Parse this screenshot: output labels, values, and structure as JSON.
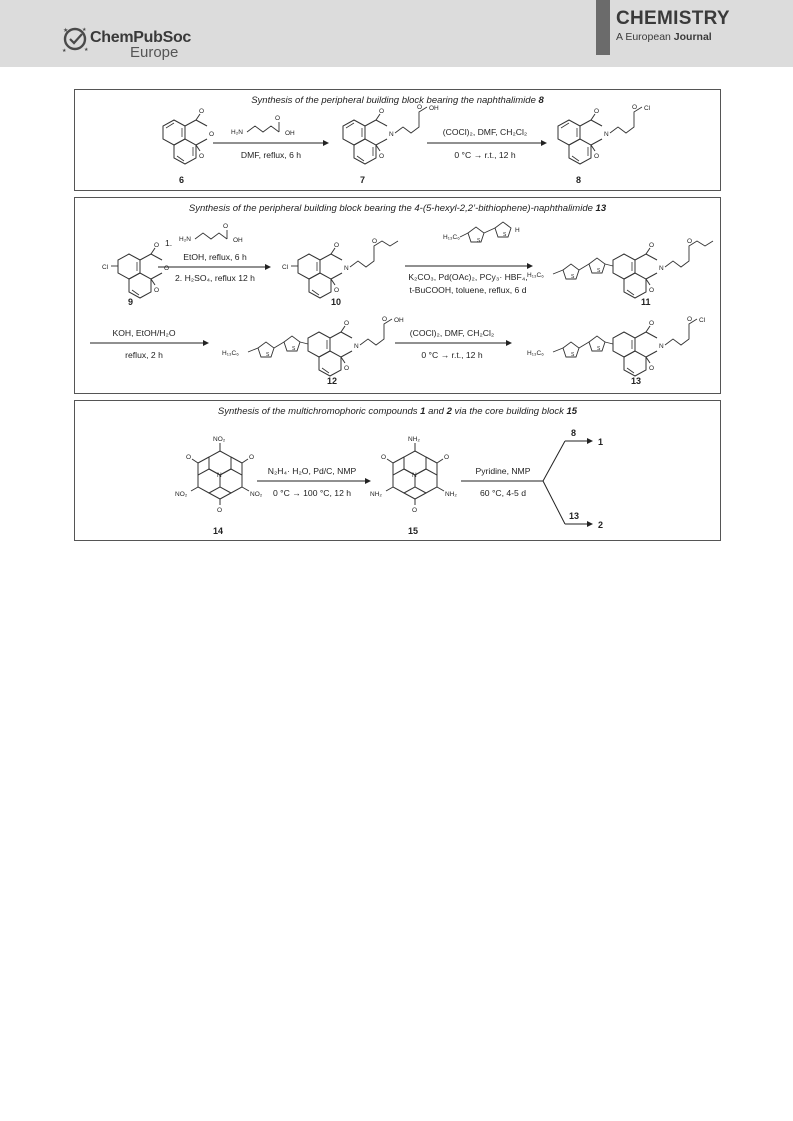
{
  "header": {
    "logo_left_line1": "ChemPubSoc",
    "logo_left_line2": "Europe",
    "logo_right_line1": "CHEMISTRY",
    "logo_right_line2a": "A European ",
    "logo_right_line2b": "Journal"
  },
  "panel1": {
    "title_prefix": "Synthesis of the peripheral building block bearing the naphthalimide ",
    "title_compound": "8",
    "reagent_sub": "H₂N",
    "reagent_oh": "OH",
    "reagent_o": "O",
    "step1_cond": "DMF, reflux, 6 h",
    "step2_cond_a": "(COCl)₂, DMF, CH₂Cl₂",
    "step2_cond_b": "0 °C → r.t., 12 h",
    "atom_o": "O",
    "atom_n": "N",
    "atom_oh": "OH",
    "atom_cl": "Cl",
    "labels": [
      "6",
      "7",
      "8"
    ]
  },
  "panel2": {
    "title_prefix": "Synthesis of the peripheral building block bearing the 4-(5-hexyl-2,2’-bithiophene)-naphthalimide ",
    "title_compound": "13",
    "step1_num1": "1.",
    "step1_cond_a": "EtOH, reflux, 6 h",
    "step1_cond_b": "2. H₂SO₄, reflux 12 h",
    "step2_reagent": "H₁₃C₆",
    "step2_cond_a": "K₂CO₃, Pd(OAc)₂, PCy₃· HBF₄,",
    "step2_cond_b": "t-BuCOOH, toluene, reflux, 6 d",
    "step3_cond_a": "KOH, EtOH/H₂O",
    "step3_cond_b": "reflux, 2 h",
    "step4_cond_a": "(COCl)₂, DMF, CH₂Cl₂",
    "step4_cond_b": "0 °C → r.t., 12 h",
    "atom_cl": "Cl",
    "atom_o": "O",
    "atom_n": "N",
    "atom_s": "S",
    "atom_h": "H",
    "atom_oh": "OH",
    "hexyl": "H₁₃C₆",
    "labels": [
      "9",
      "10",
      "11",
      "12",
      "13"
    ]
  },
  "panel3": {
    "title_a": "Synthesis of the multichromophoric compounds ",
    "title_b": "1",
    "title_c": " and ",
    "title_d": "2",
    "title_e": " via the core building block ",
    "title_f": "15",
    "step1_cond_a": "N₂H₄· H₂O, Pd/C, NMP",
    "step1_cond_b": "0 °C → 100 °C, 12 h",
    "step2_cond_a": "Pyridine, NMP",
    "step2_cond_b": "60 °C, 4-5 d",
    "no2": "NO₂",
    "nh2": "NH₂",
    "atom_o": "O",
    "atom_n": "N",
    "branch_top_reagent": "8",
    "branch_top_product": "1",
    "branch_bottom_reagent": "13",
    "branch_bottom_product": "2",
    "labels": [
      "14",
      "15"
    ]
  }
}
